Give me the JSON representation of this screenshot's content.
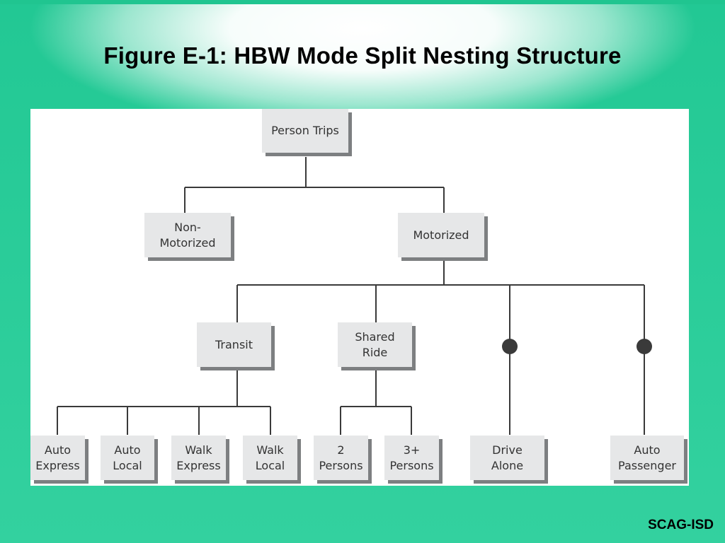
{
  "slide": {
    "title": "Figure E-1: HBW Mode Split Nesting Structure",
    "footer": "SCAG-ISD"
  },
  "colors": {
    "background": "#2fcf9c",
    "node_fill": "#e6e7e8",
    "node_shadow": "#7d7f81",
    "connector": "#3a3a3a"
  },
  "diagram": {
    "nodes": {
      "person_trips": "Person Trips",
      "non_motorized": "Non-Motorized",
      "motorized": "Motorized",
      "transit": "Transit",
      "shared_ride": "Shared\nRide",
      "auto_express": "Auto\nExpress",
      "auto_local": "Auto\nLocal",
      "walk_express": "Walk\nExpress",
      "walk_local": "Walk\nLocal",
      "two_persons": "2\nPersons",
      "three_plus_persons": "3+\nPersons",
      "drive_alone": "Drive\nAlone",
      "auto_passenger": "Auto\nPassenger"
    }
  }
}
